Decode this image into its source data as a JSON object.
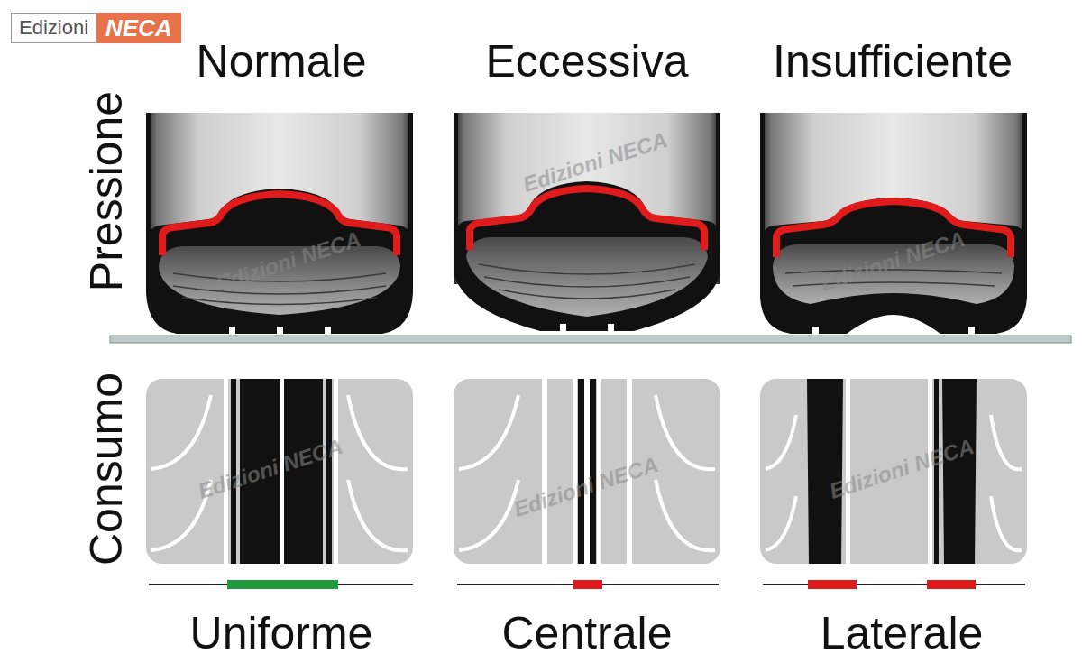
{
  "diagram": {
    "labels": [
      "Edizioni",
      "NECA",
      "Normale",
      "Eccessiva",
      "Insufficiente",
      "Pressione",
      "Consumo",
      "Uniforme",
      "Centrale",
      "Laterale",
      "Edizioni NECA",
      "Edizioni NECA",
      "Edizioni NECA",
      "Edizioni NECA",
      "Edizioni NECA",
      "Edizioni NECA"
    ]
  }
}
